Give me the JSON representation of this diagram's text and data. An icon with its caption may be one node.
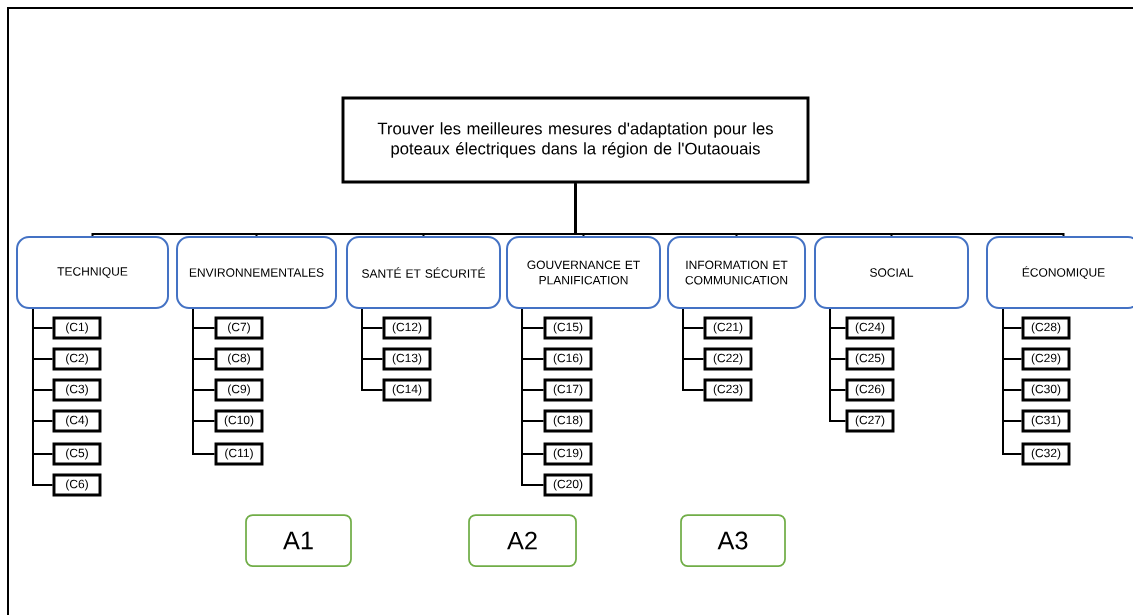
{
  "diagram": {
    "nodes": [
      {
        "text": [
          "Trouver les meilleures mesures d'adaptation pour les poteaux électriques dans la région de l'Outaouais"
        ]
      },
      {
        "text": [
          "TECHNIQUE"
        ]
      },
      {
        "text": [
          "ENVIRONNEMENTALES"
        ]
      },
      {
        "text": [
          "SANTÉ ET SÉCURITÉ"
        ]
      },
      {
        "text": [
          "GOUVERNANCE ET PLANIFICATION"
        ]
      },
      {
        "text": [
          "INFORMATION ET COMMUNICATION"
        ]
      },
      {
        "text": [
          "SOCIAL"
        ]
      },
      {
        "text": [
          "ÉCONOMIQUE"
        ]
      },
      {
        "text": [
          "(C1)"
        ]
      },
      {
        "text": [
          "(C2)"
        ]
      },
      {
        "text": [
          "(C3)"
        ]
      },
      {
        "text": [
          "(C4)"
        ]
      },
      {
        "text": [
          "(C5)"
        ]
      },
      {
        "text": [
          "(C6)"
        ]
      },
      {
        "text": [
          "(C7)"
        ]
      },
      {
        "text": [
          "(C8)"
        ]
      },
      {
        "text": [
          "(C9)"
        ]
      },
      {
        "text": [
          "(C10)"
        ]
      },
      {
        "text": [
          "(C11)"
        ]
      },
      {
        "text": [
          "(C12)"
        ]
      },
      {
        "text": [
          "(C13)"
        ]
      },
      {
        "text": [
          "(C14)"
        ]
      },
      {
        "text": [
          "(C15)"
        ]
      },
      {
        "text": [
          "(C16)"
        ]
      },
      {
        "text": [
          "(C17)"
        ]
      },
      {
        "text": [
          "(C18)"
        ]
      },
      {
        "text": [
          "(C19)"
        ]
      },
      {
        "text": [
          "(C20)"
        ]
      },
      {
        "text": [
          "(C21)"
        ]
      },
      {
        "text": [
          "(C22)"
        ]
      },
      {
        "text": [
          "(C23)"
        ]
      },
      {
        "text": [
          "(C24)"
        ]
      },
      {
        "text": [
          "(C25)"
        ]
      },
      {
        "text": [
          "(C26)"
        ]
      },
      {
        "text": [
          "(C27)"
        ]
      },
      {
        "text": [
          "(C28)"
        ]
      },
      {
        "text": [
          "(C29)"
        ]
      },
      {
        "text": [
          "(C30)"
        ]
      },
      {
        "text": [
          "(C31)"
        ]
      },
      {
        "text": [
          "(C32)"
        ]
      },
      {
        "text": [
          "A1"
        ]
      },
      {
        "text": [
          "A2"
        ]
      },
      {
        "text": [
          "A3"
        ]
      }
    ],
    "edges": [
      {
        "from": 0,
        "to": 1,
        "arrow": "none"
      },
      {
        "from": 0,
        "to": 2,
        "arrow": "none"
      },
      {
        "from": 0,
        "to": 3,
        "arrow": "none"
      },
      {
        "from": 0,
        "to": 4,
        "arrow": "none"
      },
      {
        "from": 0,
        "to": 5,
        "arrow": "none"
      },
      {
        "from": 0,
        "to": 6,
        "arrow": "none"
      },
      {
        "from": 0,
        "to": 7,
        "arrow": "none"
      },
      {
        "from": 1,
        "to": 8,
        "arrow": "none"
      },
      {
        "from": 1,
        "to": 9,
        "arrow": "none"
      },
      {
        "from": 1,
        "to": 10,
        "arrow": "none"
      },
      {
        "from": 1,
        "to": 11,
        "arrow": "none"
      },
      {
        "from": 1,
        "to": 12,
        "arrow": "none"
      },
      {
        "from": 1,
        "to": 13,
        "arrow": "none"
      },
      {
        "from": 2,
        "to": 14,
        "arrow": "none"
      },
      {
        "from": 2,
        "to": 15,
        "arrow": "none"
      },
      {
        "from": 2,
        "to": 16,
        "arrow": "none"
      },
      {
        "from": 2,
        "to": 17,
        "arrow": "none"
      },
      {
        "from": 2,
        "to": 18,
        "arrow": "none"
      },
      {
        "from": 3,
        "to": 19,
        "arrow": "none"
      },
      {
        "from": 3,
        "to": 20,
        "arrow": "none"
      },
      {
        "from": 3,
        "to": 21,
        "arrow": "none"
      },
      {
        "from": 4,
        "to": 22,
        "arrow": "none"
      },
      {
        "from": 4,
        "to": 23,
        "arrow": "none"
      },
      {
        "from": 4,
        "to": 24,
        "arrow": "none"
      },
      {
        "from": 4,
        "to": 25,
        "arrow": "none"
      },
      {
        "from": 4,
        "to": 26,
        "arrow": "none"
      },
      {
        "from": 4,
        "to": 27,
        "arrow": "none"
      },
      {
        "from": 5,
        "to": 28,
        "arrow": "none"
      },
      {
        "from": 5,
        "to": 29,
        "arrow": "none"
      },
      {
        "from": 5,
        "to": 30,
        "arrow": "none"
      },
      {
        "from": 6,
        "to": 31,
        "arrow": "none"
      },
      {
        "from": 6,
        "to": 32,
        "arrow": "none"
      },
      {
        "from": 6,
        "to": 33,
        "arrow": "none"
      },
      {
        "from": 6,
        "to": 34,
        "arrow": "none"
      },
      {
        "from": 7,
        "to": 35,
        "arrow": "none"
      },
      {
        "from": 7,
        "to": 36,
        "arrow": "none"
      },
      {
        "from": 7,
        "to": 37,
        "arrow": "none"
      },
      {
        "from": 7,
        "to": 38,
        "arrow": "none"
      },
      {
        "from": 7,
        "to": 39,
        "arrow": "none"
      }
    ]
  }
}
